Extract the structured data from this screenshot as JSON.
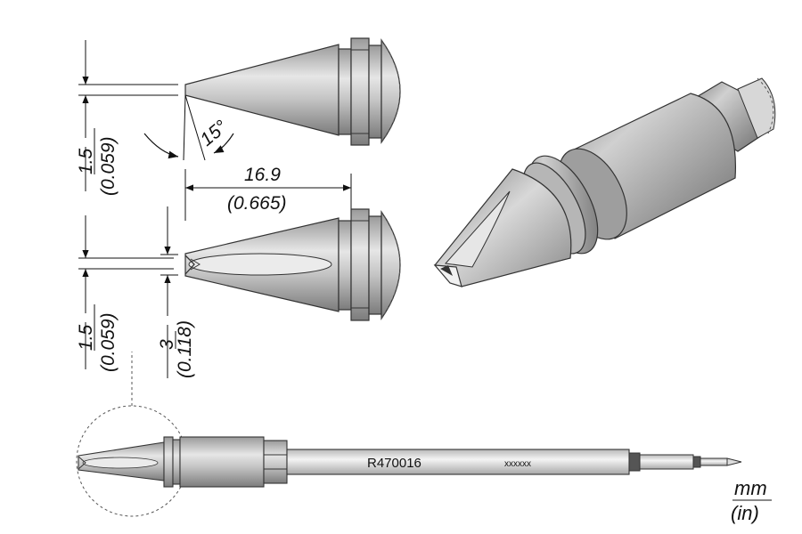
{
  "dimensions": {
    "top_width_mm": "1.5",
    "top_width_in": "(0.059)",
    "angle": "15°",
    "length_mm": "16.9",
    "length_in": "(0.665)",
    "bottom_width_mm": "1.5",
    "bottom_width_in": "(0.059)",
    "slot_mm": "3",
    "slot_in": "(0.118)"
  },
  "part": {
    "number": "R470016",
    "code": "xxxxxx"
  },
  "units": {
    "primary": "mm",
    "secondary": "(in)"
  }
}
